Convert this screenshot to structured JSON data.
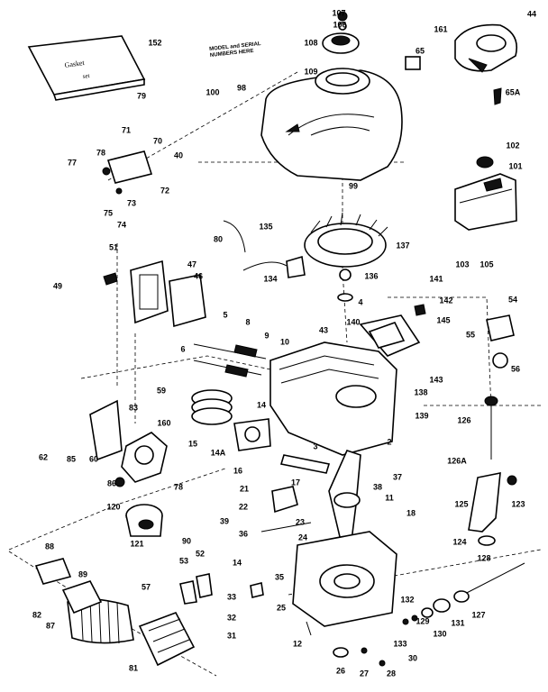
{
  "diagram": {
    "note_lines": [
      "MODEL and SERIAL",
      "NUMBERS HERE"
    ],
    "labels": [
      {
        "id": "107",
        "text": "107"
      },
      {
        "id": "106",
        "text": "106"
      },
      {
        "id": "108",
        "text": "108"
      },
      {
        "id": "109",
        "text": "109"
      },
      {
        "id": "44",
        "text": "44"
      },
      {
        "id": "161",
        "text": "161"
      },
      {
        "id": "65",
        "text": "65"
      },
      {
        "id": "152",
        "text": "152"
      },
      {
        "id": "100",
        "text": "100"
      },
      {
        "id": "98",
        "text": "98"
      },
      {
        "id": "65A",
        "text": "65A"
      },
      {
        "id": "79",
        "text": "79"
      },
      {
        "id": "71",
        "text": "71"
      },
      {
        "id": "70",
        "text": "70"
      },
      {
        "id": "40",
        "text": "40"
      },
      {
        "id": "78",
        "text": "78"
      },
      {
        "id": "77",
        "text": "77"
      },
      {
        "id": "72",
        "text": "72"
      },
      {
        "id": "73",
        "text": "73"
      },
      {
        "id": "75",
        "text": "75"
      },
      {
        "id": "74",
        "text": "74"
      },
      {
        "id": "99",
        "text": "99"
      },
      {
        "id": "102",
        "text": "102"
      },
      {
        "id": "101",
        "text": "101"
      },
      {
        "id": "135",
        "text": "135"
      },
      {
        "id": "137",
        "text": "137"
      },
      {
        "id": "80",
        "text": "80"
      },
      {
        "id": "51",
        "text": "51"
      },
      {
        "id": "47",
        "text": "47"
      },
      {
        "id": "46",
        "text": "46"
      },
      {
        "id": "49",
        "text": "49"
      },
      {
        "id": "134",
        "text": "134"
      },
      {
        "id": "136",
        "text": "136"
      },
      {
        "id": "103",
        "text": "103"
      },
      {
        "id": "105",
        "text": "105"
      },
      {
        "id": "141",
        "text": "141"
      },
      {
        "id": "142",
        "text": "142"
      },
      {
        "id": "54",
        "text": "54"
      },
      {
        "id": "4",
        "text": "4"
      },
      {
        "id": "140",
        "text": "140"
      },
      {
        "id": "145",
        "text": "145"
      },
      {
        "id": "55",
        "text": "55"
      },
      {
        "id": "56",
        "text": "56"
      },
      {
        "id": "43",
        "text": "43"
      },
      {
        "id": "5",
        "text": "5"
      },
      {
        "id": "8",
        "text": "8"
      },
      {
        "id": "9",
        "text": "9"
      },
      {
        "id": "6",
        "text": "6"
      },
      {
        "id": "10",
        "text": "10"
      },
      {
        "id": "143",
        "text": "143"
      },
      {
        "id": "138",
        "text": "138"
      },
      {
        "id": "59",
        "text": "59"
      },
      {
        "id": "14",
        "text": "14"
      },
      {
        "id": "139",
        "text": "139"
      },
      {
        "id": "83",
        "text": "83"
      },
      {
        "id": "160",
        "text": "160"
      },
      {
        "id": "126",
        "text": "126"
      },
      {
        "id": "62",
        "text": "62"
      },
      {
        "id": "85",
        "text": "85"
      },
      {
        "id": "60",
        "text": "60"
      },
      {
        "id": "15",
        "text": "15"
      },
      {
        "id": "14A",
        "text": "14A"
      },
      {
        "id": "3",
        "text": "3"
      },
      {
        "id": "2",
        "text": "2"
      },
      {
        "id": "37",
        "text": "37"
      },
      {
        "id": "126A",
        "text": "126A"
      },
      {
        "id": "86",
        "text": "86"
      },
      {
        "id": "16",
        "text": "16"
      },
      {
        "id": "17",
        "text": "17"
      },
      {
        "id": "38",
        "text": "38"
      },
      {
        "id": "11",
        "text": "11"
      },
      {
        "id": "78b",
        "text": "78"
      },
      {
        "id": "21",
        "text": "21"
      },
      {
        "id": "22",
        "text": "22"
      },
      {
        "id": "125",
        "text": "125"
      },
      {
        "id": "123",
        "text": "123"
      },
      {
        "id": "18",
        "text": "18"
      },
      {
        "id": "120",
        "text": "120"
      },
      {
        "id": "39",
        "text": "39"
      },
      {
        "id": "36",
        "text": "36"
      },
      {
        "id": "23",
        "text": "23"
      },
      {
        "id": "90",
        "text": "90"
      },
      {
        "id": "124",
        "text": "124"
      },
      {
        "id": "88",
        "text": "88"
      },
      {
        "id": "121",
        "text": "121"
      },
      {
        "id": "52",
        "text": "52"
      },
      {
        "id": "24",
        "text": "24"
      },
      {
        "id": "89",
        "text": "89"
      },
      {
        "id": "53",
        "text": "53"
      },
      {
        "id": "14b",
        "text": "14"
      },
      {
        "id": "35",
        "text": "35"
      },
      {
        "id": "128",
        "text": "128"
      },
      {
        "id": "57",
        "text": "57"
      },
      {
        "id": "33",
        "text": "33"
      },
      {
        "id": "132",
        "text": "132"
      },
      {
        "id": "82",
        "text": "82"
      },
      {
        "id": "25",
        "text": "25"
      },
      {
        "id": "127",
        "text": "127"
      },
      {
        "id": "32",
        "text": "32"
      },
      {
        "id": "129",
        "text": "129"
      },
      {
        "id": "131",
        "text": "131"
      },
      {
        "id": "87",
        "text": "87"
      },
      {
        "id": "130",
        "text": "130"
      },
      {
        "id": "31",
        "text": "31"
      },
      {
        "id": "12",
        "text": "12"
      },
      {
        "id": "133",
        "text": "133"
      },
      {
        "id": "81",
        "text": "81"
      },
      {
        "id": "30",
        "text": "30"
      },
      {
        "id": "26",
        "text": "26"
      },
      {
        "id": "27",
        "text": "27"
      },
      {
        "id": "28",
        "text": "28"
      }
    ]
  }
}
